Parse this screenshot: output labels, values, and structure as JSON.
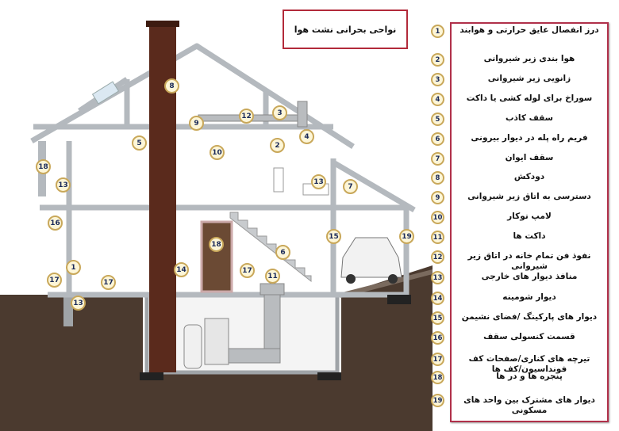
{
  "title": "نواحی بحرانی نشت هوا",
  "legend": [
    {
      "num": "1",
      "text": "درز انفصال عایق حرارتی و هوابند"
    },
    {
      "num": "2",
      "text": "هوا بندی زیر شیروانی"
    },
    {
      "num": "3",
      "text": "زانویی زیر شیروانی"
    },
    {
      "num": "4",
      "text": "سوراخ برای لوله کشی یا داکت"
    },
    {
      "num": "5",
      "text": "سقف کاذب"
    },
    {
      "num": "6",
      "text": "فریم راه پله در دیوار بیرونی"
    },
    {
      "num": "7",
      "text": "سقف ایوان"
    },
    {
      "num": "8",
      "text": "دودکش"
    },
    {
      "num": "9",
      "text": "دسترسی به اتاق زیر شیروانی"
    },
    {
      "num": "10",
      "text": "لامپ توکار"
    },
    {
      "num": "11",
      "text": "داکت ها"
    },
    {
      "num": "12",
      "text": "نفوذ فن تمام خانه در اتاق زیر شیروانی"
    },
    {
      "num": "13",
      "text": "منافذ دیوار های خارجی"
    },
    {
      "num": "14",
      "text": "دیوار شومینه"
    },
    {
      "num": "15",
      "text": "دیوار های پارکینگ /فضای نشیمن"
    },
    {
      "num": "16",
      "text": "قسمت کنسولی سقف"
    },
    {
      "num": "17",
      "text": "تیرچه های کناری/صفحات کف فونداسیون/کف ها"
    },
    {
      "num": "18",
      "text": "پنجره ها و در ها"
    },
    {
      "num": "19",
      "text": "دیوار های مشترک بین واحد های مسکونی"
    }
  ],
  "callouts": [
    "8",
    "12",
    "3",
    "9",
    "4",
    "2",
    "10",
    "5",
    "18",
    "13",
    "13",
    "7",
    "16",
    "15",
    "19",
    "18",
    "6",
    "1",
    "14",
    "17",
    "11",
    "17",
    "17",
    "13"
  ]
}
